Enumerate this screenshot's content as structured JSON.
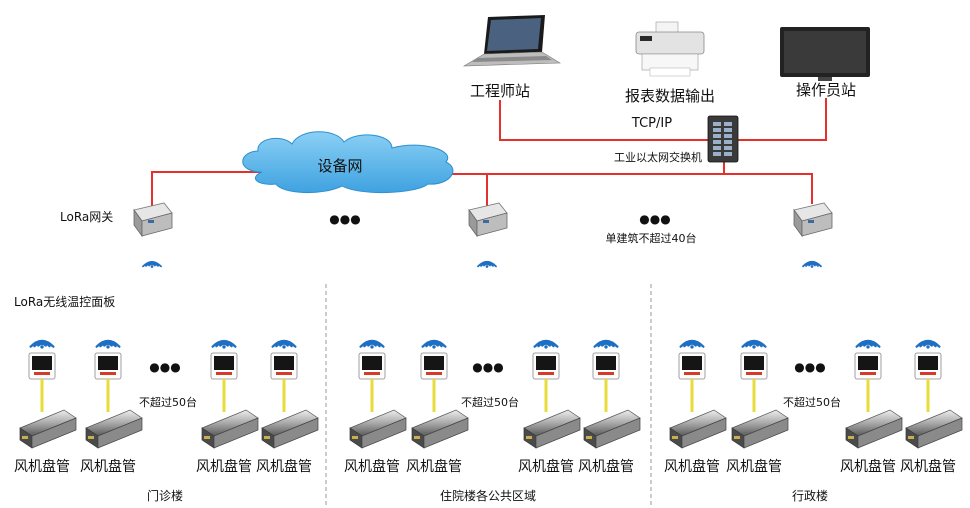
{
  "top": {
    "engineer_station": "工程师站",
    "report_output": "报表数据输出",
    "operator_station": "操作员站",
    "tcp_ip": "TCP/IP",
    "ethernet_switch": "工业以太网交换机"
  },
  "network": {
    "cloud_label": "设备网",
    "gateway_label": "LoRa网关",
    "building_limit": "单建筑不超过40台",
    "ellipsis": "●●●"
  },
  "panel_section_label": "LoRa无线温控面板",
  "unit_label": "风机盘管",
  "zone_limit": "不超过50台",
  "zones": [
    {
      "name": "门诊楼"
    },
    {
      "name": "住院楼各公共区域"
    },
    {
      "name": "行政楼"
    }
  ],
  "colors": {
    "link_red": "#e4312b",
    "cloud_blue": "#5ab4e8",
    "wifi_blue": "#1e6fc4",
    "wire_yellow": "#e8dc3a",
    "divider": "#9a9a9a"
  },
  "icons": [
    "laptop-icon",
    "printer-icon",
    "monitor-icon",
    "switch-icon",
    "cloud-icon",
    "gateway-icon",
    "wifi-icon",
    "thermostat-icon",
    "fan-coil-icon"
  ]
}
